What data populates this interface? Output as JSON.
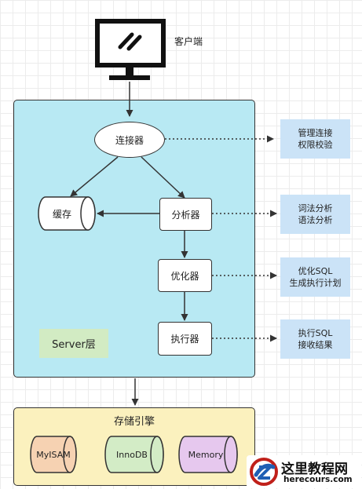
{
  "client": {
    "label": "客户端"
  },
  "server": {
    "label": "Server层",
    "nodes": {
      "connector": "连接器",
      "cache": "缓存",
      "analyzer": "分析器",
      "optimizer": "优化器",
      "executor": "执行器"
    }
  },
  "notes": {
    "connector": [
      "管理连接",
      "权限校验"
    ],
    "analyzer": [
      "词法分析",
      "语法分析"
    ],
    "optimizer": [
      "优化SQL",
      "生成执行计划"
    ],
    "executor": [
      "执行SQL",
      "接收结果"
    ]
  },
  "storage": {
    "title": "存储引擎",
    "engines": [
      {
        "name": "MyISAM",
        "color": "#f6d2b2"
      },
      {
        "name": "InnoDB",
        "color": "#d3ecc6"
      },
      {
        "name": "Memory",
        "color": "#e6c8ee"
      }
    ]
  },
  "watermark": {
    "title": "这里教程网",
    "site": "herecours.com"
  },
  "colors": {
    "server_bg": "#b8e9f3",
    "storage_bg": "#fbf1be",
    "note_bg": "#cbe3f7",
    "server_label_bg": "#d2ebc3"
  }
}
